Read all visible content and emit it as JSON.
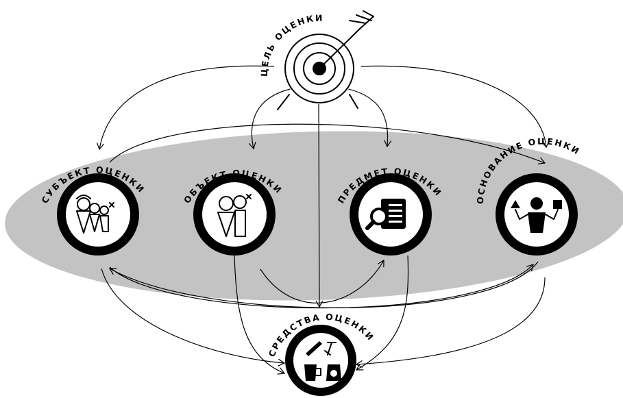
{
  "diagram": {
    "goal": {
      "label": "ЦЕЛЬ ОЦЕНКИ",
      "icon": "target-with-arrow-icon"
    },
    "nodes": [
      {
        "id": "subject",
        "label": "СУБЪЕКТ ОЦЕНКИ",
        "icon": "three-people-icon"
      },
      {
        "id": "object",
        "label": "ОБЪЕКТ ОЦЕНКИ",
        "icon": "two-people-icon"
      },
      {
        "id": "matter",
        "label": "ПРЕДМЕТ ОЦЕНКИ",
        "icon": "document-magnifier-icon"
      },
      {
        "id": "basis",
        "label": "ОСНОВАНИЕ ОЦЕНКИ",
        "icon": "person-choosing-shapes-icon"
      }
    ],
    "means": {
      "label": "СРЕДСТВА ОЦЕНКИ",
      "icon": "measuring-tools-icon"
    }
  }
}
